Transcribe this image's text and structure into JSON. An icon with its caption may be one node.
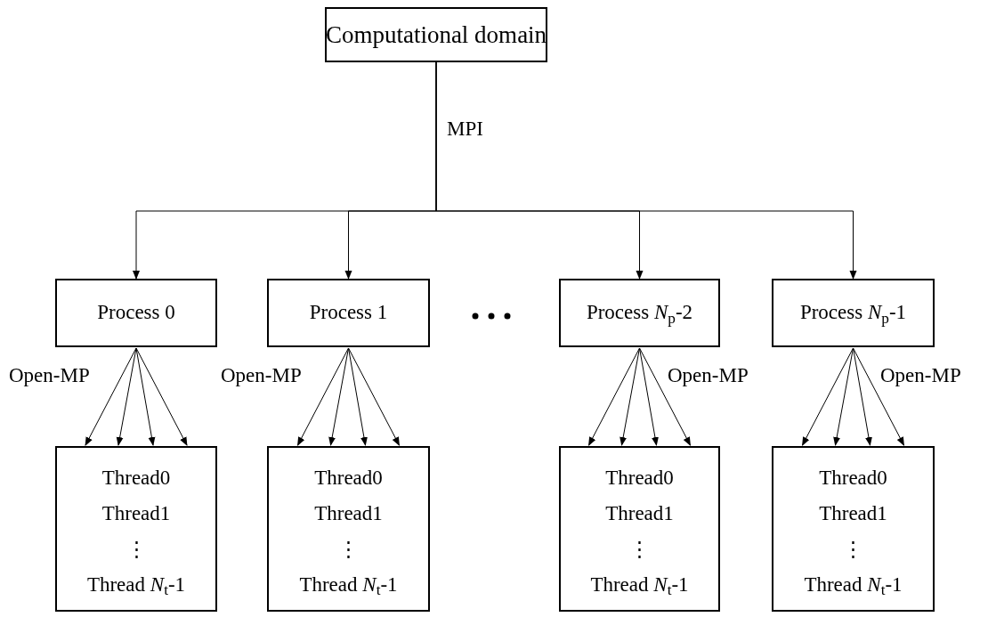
{
  "diagram": {
    "nodes": [
      {
        "text": [
          "Computational domain"
        ]
      },
      {
        "text": [
          "Process 0"
        ]
      },
      {
        "text": [
          "Process 1"
        ]
      },
      {
        "text": [
          "Process *N*$_{p}$-2"
        ]
      },
      {
        "text": [
          "Process *N*$_{p}$-1"
        ]
      },
      {
        "text": [
          "Thread0",
          "Thread1",
          "⋮",
          "Thread *N*$_{t}$-1"
        ]
      },
      {
        "text": [
          "Thread0",
          "Thread1",
          "⋮",
          "Thread *N*$_{t}$-1"
        ]
      },
      {
        "text": [
          "Thread0",
          "Thread1",
          "⋮",
          "Thread *N*$_{t}$-1"
        ]
      },
      {
        "text": [
          "Thread0",
          "Thread1",
          "⋮",
          "Thread *N*$_{t}$-1"
        ]
      }
    ],
    "edges": [
      {
        "from": 0,
        "to": 1,
        "arrow": "to"
      },
      {
        "from": 0,
        "to": 2,
        "arrow": "to"
      },
      {
        "from": 0,
        "to": 3,
        "arrow": "to"
      },
      {
        "from": 0,
        "to": 4,
        "arrow": "to"
      },
      {
        "from": 1,
        "to": 5,
        "arrow": "to"
      },
      {
        "from": 1,
        "to": 5,
        "arrow": "to"
      },
      {
        "from": 1,
        "to": 5,
        "arrow": "to"
      },
      {
        "from": 1,
        "to": 5,
        "arrow": "to"
      },
      {
        "from": 2,
        "to": 6,
        "arrow": "to"
      },
      {
        "from": 2,
        "to": 6,
        "arrow": "to"
      },
      {
        "from": 2,
        "to": 6,
        "arrow": "to"
      },
      {
        "from": 2,
        "to": 6,
        "arrow": "to"
      },
      {
        "from": 3,
        "to": 7,
        "arrow": "to"
      },
      {
        "from": 3,
        "to": 7,
        "arrow": "to"
      },
      {
        "from": 3,
        "to": 7,
        "arrow": "to"
      },
      {
        "from": 3,
        "to": 7,
        "arrow": "to"
      },
      {
        "from": 4,
        "to": 8,
        "arrow": "to"
      },
      {
        "from": 4,
        "to": 8,
        "arrow": "to"
      },
      {
        "from": 4,
        "to": 8,
        "arrow": "to"
      },
      {
        "from": 4,
        "to": 8,
        "arrow": "to"
      }
    ],
    "labels": [
      "MPI",
      "Open-MP",
      "Open-MP",
      "Open-MP",
      "Open-MP"
    ]
  }
}
